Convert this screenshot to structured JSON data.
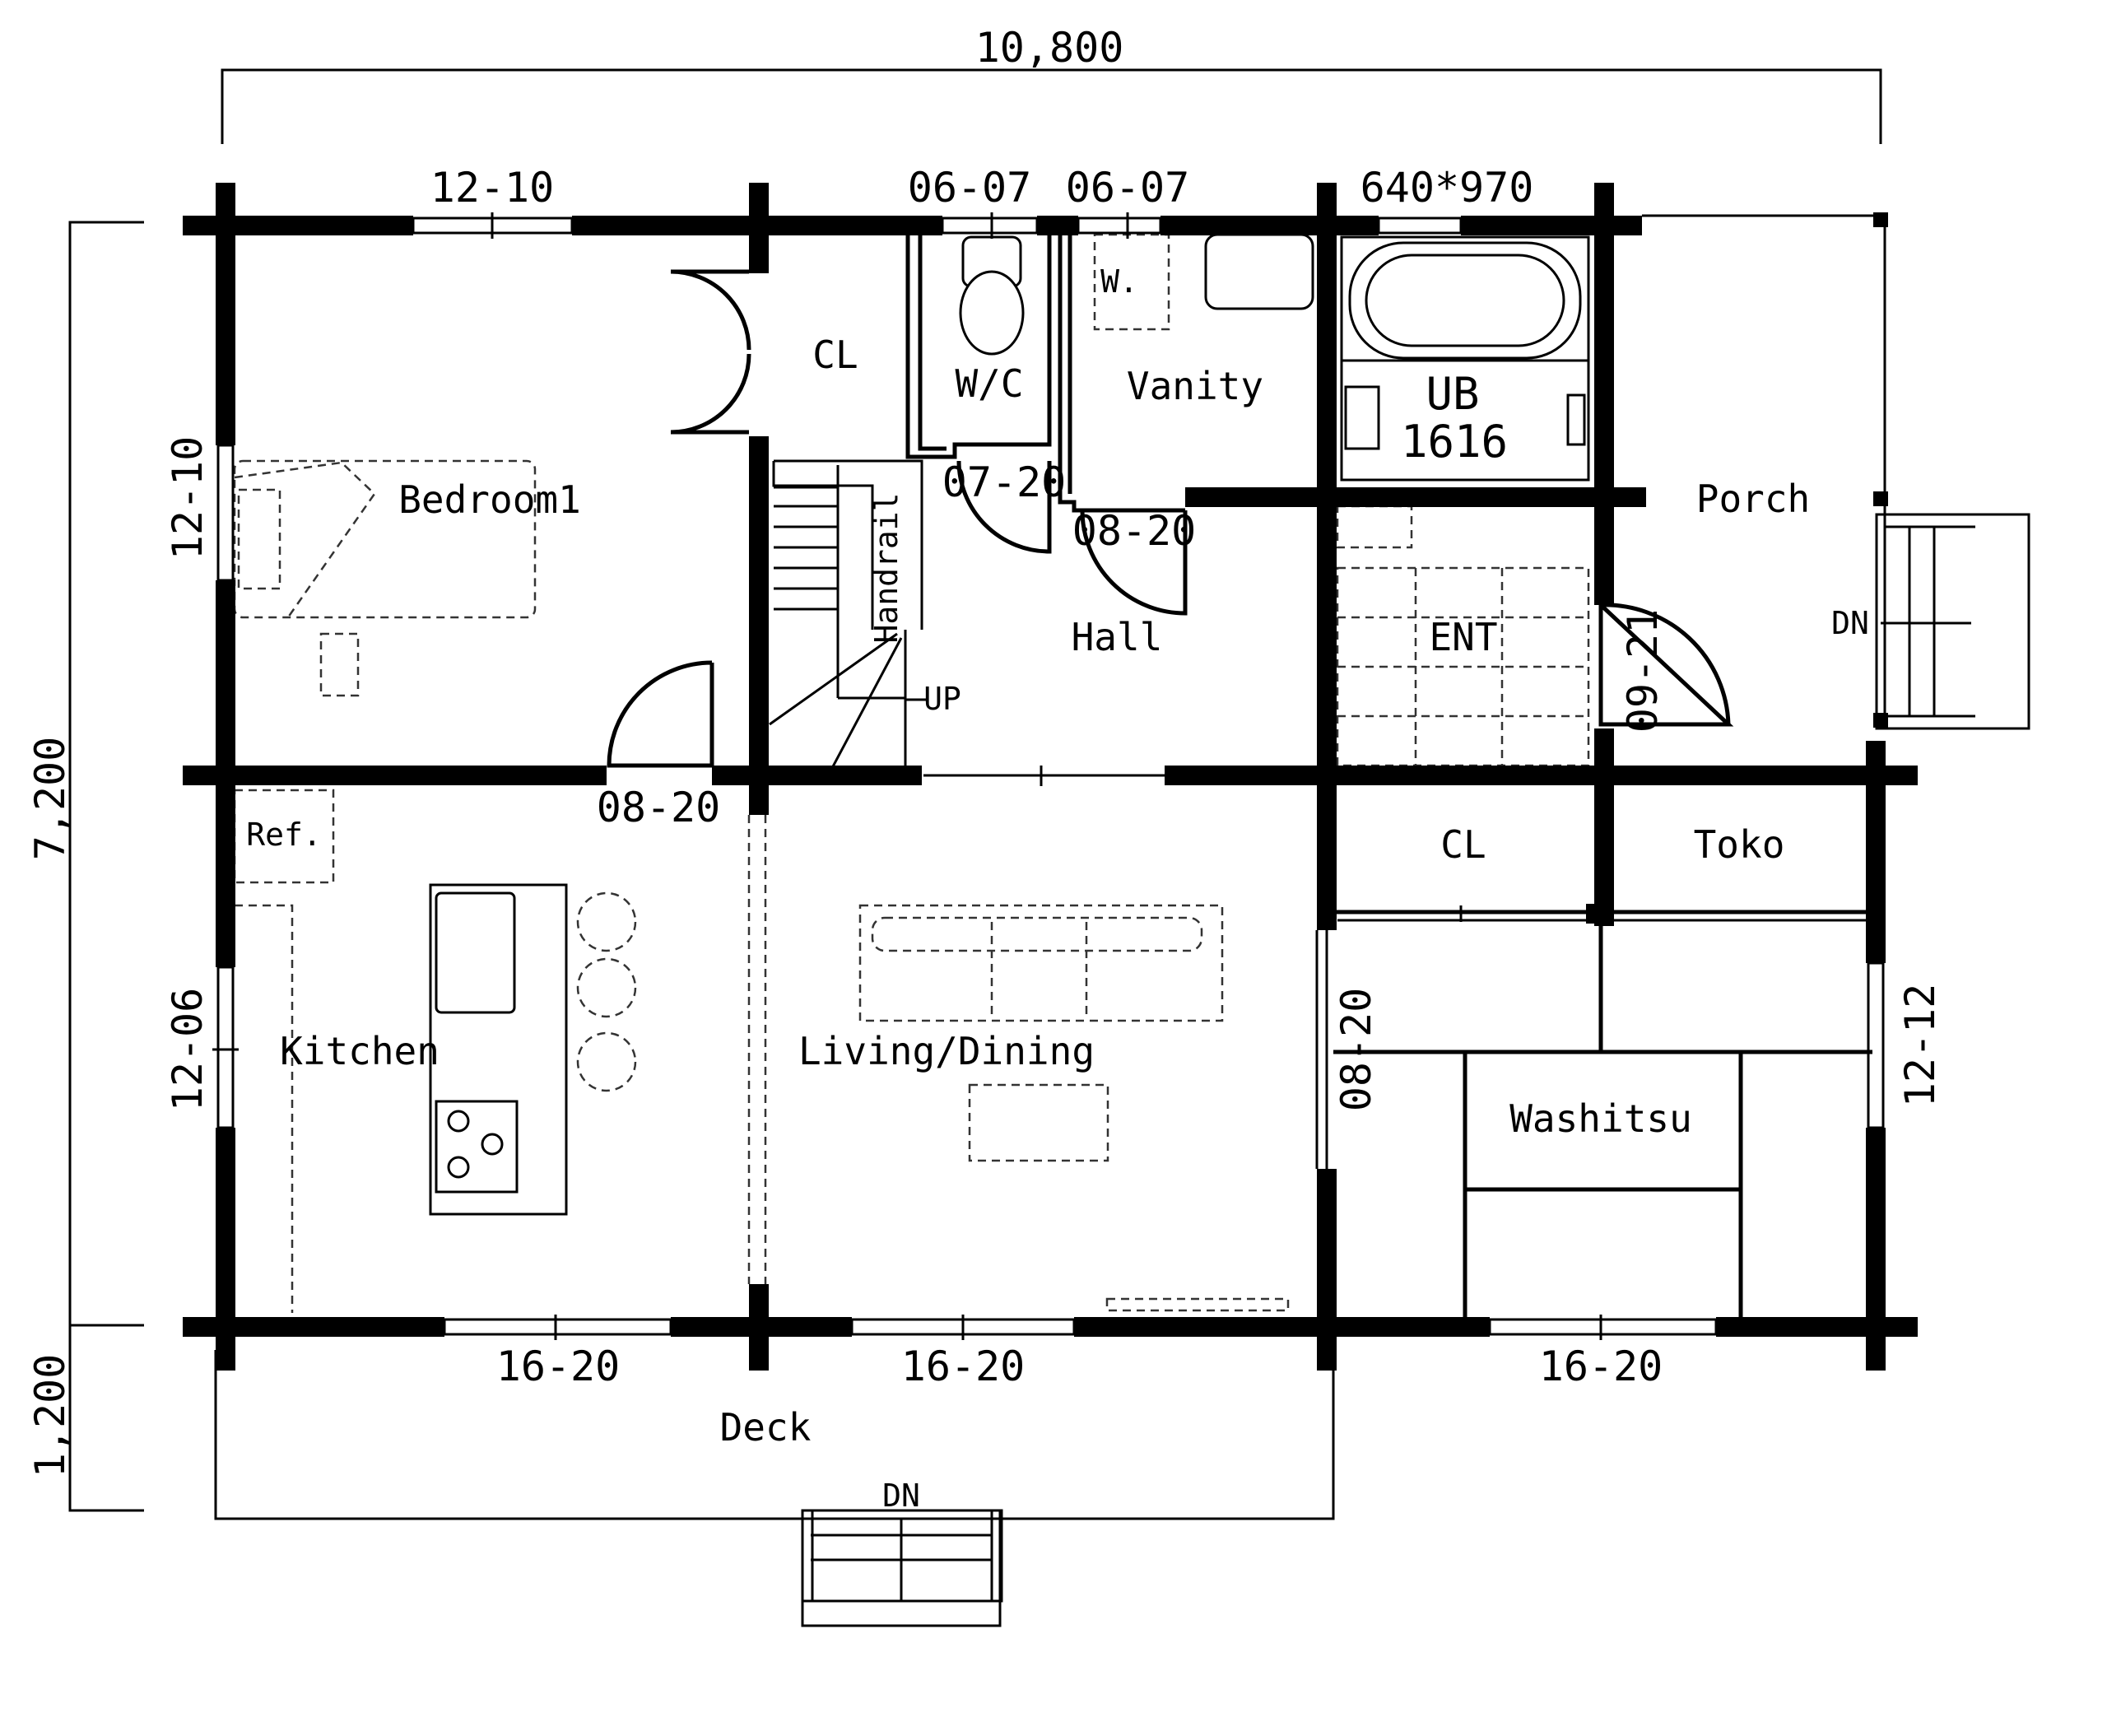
{
  "overall_dimensions": {
    "width": "10,800",
    "depth_main": "7,200",
    "depth_deck": "1,200"
  },
  "rooms": {
    "bedroom1": "Bedroom1",
    "closet_upper": "CL",
    "wc": "W/C",
    "washer": "W.",
    "vanity": "Vanity",
    "unit_bath_1": "UB",
    "unit_bath_2": "1616",
    "porch": "Porch",
    "hall": "Hall",
    "entrance": "ENT",
    "handrail": "Handrail",
    "stair_up": "UP",
    "porch_steps": "DN",
    "refrigerator": "Ref.",
    "kitchen": "Kitchen",
    "living_dining": "Living/Dining",
    "closet_lower": "CL",
    "tokonoma": "Toko",
    "washitsu": "Washitsu",
    "deck": "Deck",
    "deck_steps": "DN"
  },
  "openings": {
    "bedroom_top_window": "12-10",
    "wc_window": "06-07",
    "vanity_window": "06-07",
    "bath_window": "640*970",
    "bedroom_side_window": "12-10",
    "wc_door": "07-20",
    "vanity_door": "08-20",
    "entry_door": "09-21",
    "bedroom_door": "08-20",
    "kitchen_window": "12-06",
    "washitsu_door": "08-20",
    "washitsu_side_window": "12-12",
    "kitchen_patio_door": "16-20",
    "living_patio_door": "16-20",
    "washitsu_patio_door": "16-20"
  }
}
